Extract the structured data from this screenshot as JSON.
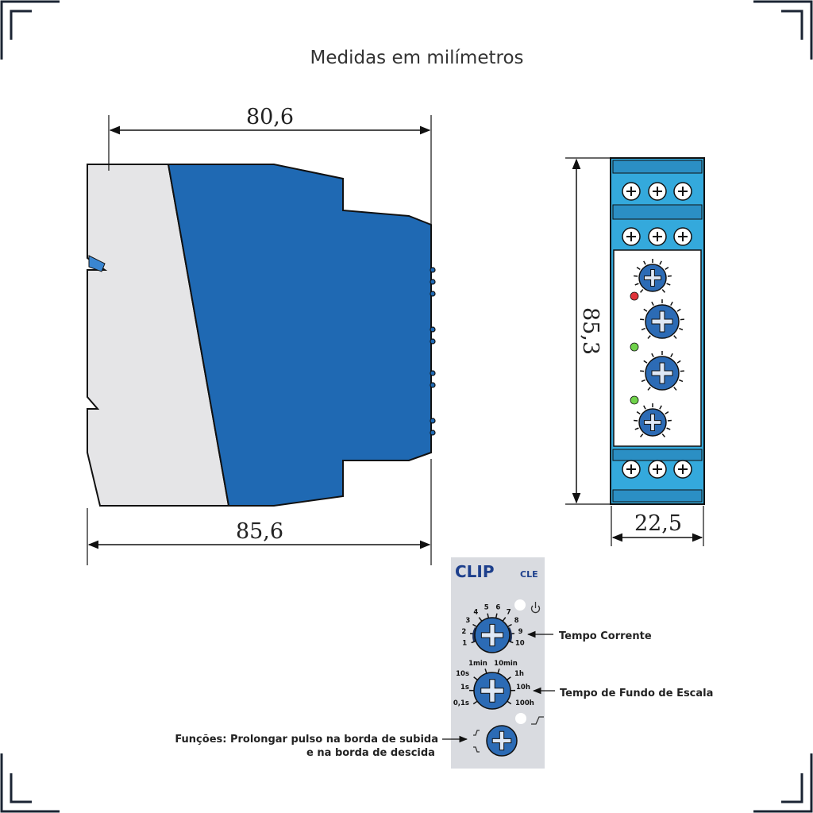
{
  "title": "Medidas em milímetros",
  "dimensions": {
    "top_width": "80,6",
    "bottom_width": "85,6",
    "height": "85,3",
    "front_width": "22,5"
  },
  "panel": {
    "brand": "CLIP",
    "model": "CLE",
    "dial1_scale": [
      "1",
      "2",
      "3",
      "4",
      "5",
      "6",
      "7",
      "8",
      "9",
      "10"
    ],
    "dial2_scale": [
      "1min",
      "10min",
      "10s",
      "1h",
      "1s",
      "10h",
      "0,1s",
      "100h"
    ]
  },
  "labels": {
    "tempo_corrente": "Tempo Corrente",
    "tempo_fundo": "Tempo de Fundo de Escala",
    "funcoes_line1": "Funções: Prolongar pulso na borda de subida",
    "funcoes_line2": "e na borda de descida"
  },
  "colors": {
    "housing_blue": "#1f69b3",
    "housing_grey": "#e5e5e7",
    "terminal_cyan": "#34a9dc",
    "dial_blue": "#2c6bb5",
    "led_red": "#e0333a",
    "led_green": "#6fd24a",
    "panel_grey": "#d9dbe0"
  }
}
